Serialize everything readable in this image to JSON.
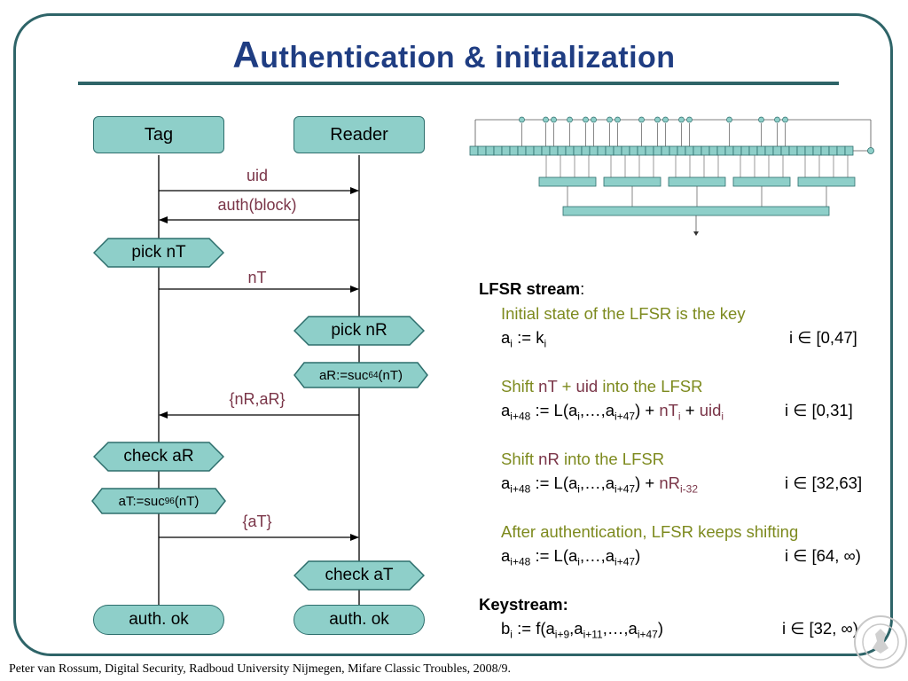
{
  "title": {
    "first_letter": "A",
    "rest": "uthentication & initialization"
  },
  "diagram": {
    "tag_label": "Tag",
    "reader_label": "Reader",
    "messages": {
      "uid": "uid",
      "auth_block": "auth(block)",
      "nT": "nT",
      "nR_aR": "{nR,aR}",
      "aT": "{aT}"
    },
    "steps": {
      "pick_nT": "pick nT",
      "pick_nR": "pick nR",
      "aR_base": "aR:=suc",
      "aR_exp": "64",
      "aR_arg": "(nT)",
      "check_aR": "check aR",
      "aT_base": "aT:=suc",
      "aT_exp": "96",
      "aT_arg": "(nT)",
      "check_aT": "check aT",
      "tag_ok": "auth. ok",
      "reader_ok": "auth. ok"
    }
  },
  "lfsr": {
    "heading": "LFSR stream",
    "heading_colon": ":",
    "s1_title": "Initial state of the LFSR is the key",
    "s1_eq_a": "a",
    "s1_eq_i": "i",
    "s1_eq_mid": " := k",
    "s1_eq_k": "i",
    "s1_range": "i ∈ [0,47]",
    "s2_title_a": "Shift ",
    "s2_title_nT": "nT",
    "s2_title_plus": " + ",
    "s2_title_uid": "uid",
    "s2_title_b": " into the LFSR",
    "s2_range": "i ∈ [0,31]",
    "s3_title_a": "Shift ",
    "s3_title_nR": "nR",
    "s3_title_b": " into the LFSR",
    "s3_range": "i ∈ [32,63]",
    "s4_title": "After authentication, LFSR keeps shifting",
    "s4_range": "i ∈ [64, ∞)",
    "ks_heading": "Keystream:",
    "ks_range": "i ∈ [32, ∞)"
  },
  "footer": "Peter van Rossum, Digital Security, Radboud University Nijmegen, Mifare Classic Troubles, 2008/9.",
  "colors": {
    "accent": "#2e6468",
    "title": "#1f3d82",
    "box_fill": "#8ecfc9",
    "message": "#7a3548",
    "olive": "#7d8a1e"
  }
}
